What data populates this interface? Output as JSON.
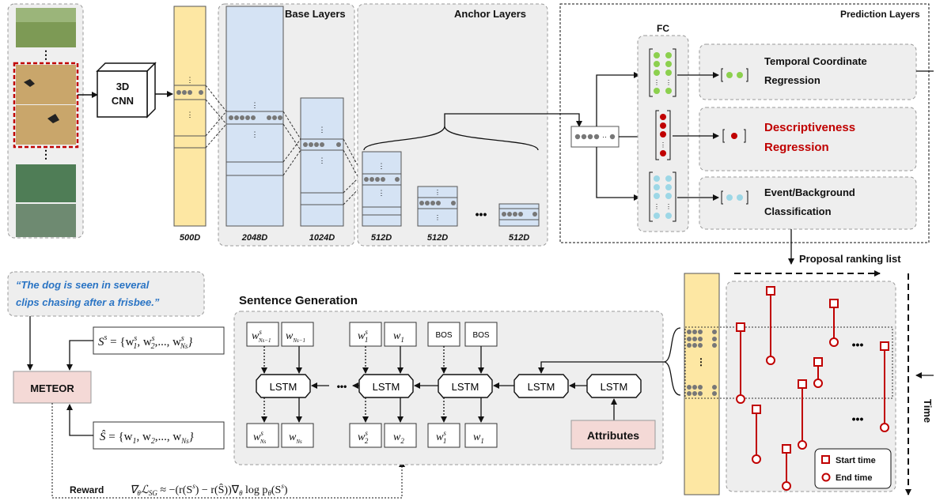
{
  "cnn": {
    "line1": "3D",
    "line2": "CNN"
  },
  "dims": {
    "d500": "500D",
    "d2048": "2048D",
    "d1024": "1024D",
    "d512a": "512D",
    "d512b": "512D",
    "d512c": "512D"
  },
  "groups": {
    "base": "Base Layers",
    "anchor": "Anchor Layers",
    "prediction": "Prediction Layers",
    "fc": "FC",
    "sentence": "Sentence Generation"
  },
  "tasks": {
    "temporal_line1": "Temporal Coordinate",
    "temporal_line2": "Regression",
    "desc_line1": "Descriptiveness",
    "desc_line2": "Regression",
    "event_line1": "Event/Background",
    "event_line2": "Classification"
  },
  "ranking": {
    "title": "Proposal ranking list",
    "time": "Time"
  },
  "legend": {
    "start": "Start time",
    "end": "End time"
  },
  "quote": {
    "line1": "“The dog is seen in several",
    "line2": "clips chasing after a frisbee.”"
  },
  "meteor": "METEOR",
  "reward": "Reward",
  "lstm": {
    "l1": "LSTM",
    "l2": "LSTM",
    "l3": "LSTM",
    "l4": "LSTM",
    "l5": "LSTM"
  },
  "attributes": "Attributes",
  "bos": {
    "b1": "BOS",
    "b2": "BOS"
  },
  "ellipsis": "•••",
  "colors": {
    "yellow": "#fde7a3",
    "blue": "#d5e3f4",
    "green": "#8cd04e",
    "red": "#c00000",
    "cyan": "#9dd7e6",
    "pink": "#f4d9d6",
    "quote_blue": "#2a74c4"
  }
}
